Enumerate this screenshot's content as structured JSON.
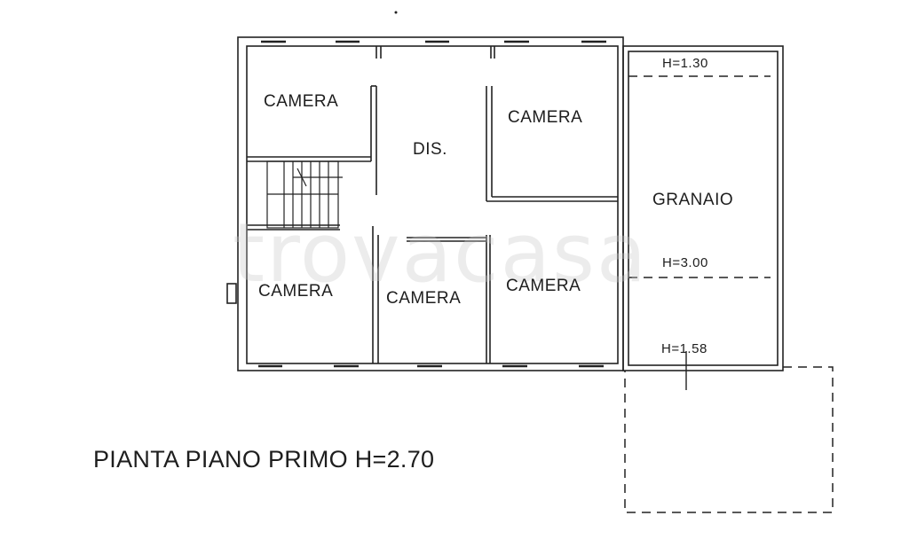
{
  "plan": {
    "title": "PIANTA PIANO PRIMO H=2.70",
    "watermark": "trovacasa",
    "rooms": [
      {
        "id": "camera-top-left",
        "label": "CAMERA"
      },
      {
        "id": "dis",
        "label": "DIS."
      },
      {
        "id": "camera-top-right",
        "label": "CAMERA"
      },
      {
        "id": "camera-bottom-left",
        "label": "CAMERA"
      },
      {
        "id": "camera-bottom-middle",
        "label": "CAMERA"
      },
      {
        "id": "camera-bottom-right",
        "label": "CAMERA"
      },
      {
        "id": "granaio",
        "label": "GRANAIO"
      }
    ],
    "heights": {
      "top": "H=1.30",
      "middle": "H=3.00",
      "bottom": "H=1.58"
    },
    "colors": {
      "line": "#222222",
      "background": "#ffffff"
    }
  }
}
